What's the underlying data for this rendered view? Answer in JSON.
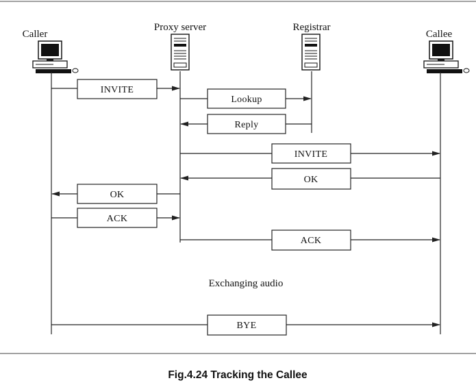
{
  "participants": [
    {
      "id": "caller",
      "label": "Caller",
      "icon": "desktop-computer-icon"
    },
    {
      "id": "proxy",
      "label": "Proxy server",
      "icon": "server-tower-icon"
    },
    {
      "id": "registrar",
      "label": "Registrar",
      "icon": "server-tower-icon"
    },
    {
      "id": "callee",
      "label": "Callee",
      "icon": "desktop-computer-icon"
    }
  ],
  "messages": [
    {
      "id": "invite-1",
      "label": "INVITE"
    },
    {
      "id": "lookup",
      "label": "Lookup"
    },
    {
      "id": "reply",
      "label": "Reply"
    },
    {
      "id": "invite-2",
      "label": "INVITE"
    },
    {
      "id": "ok-1",
      "label": "OK"
    },
    {
      "id": "ok-2",
      "label": "OK"
    },
    {
      "id": "ack-1",
      "label": "ACK"
    },
    {
      "id": "ack-2",
      "label": "ACK"
    },
    {
      "id": "bye",
      "label": "BYE"
    }
  ],
  "note": "Exchanging audio",
  "caption": "Fig.4.24 Tracking the Callee"
}
